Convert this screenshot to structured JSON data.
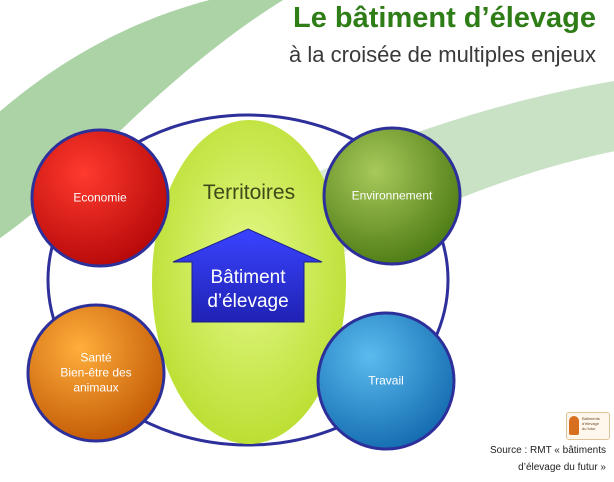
{
  "header": {
    "title": "Le bâtiment d’élevage",
    "subtitle": "à la croisée de multiples enjeux"
  },
  "diagram": {
    "circles": {
      "economie": "Economie",
      "environnement": "Environnement",
      "sante": [
        "Santé",
        "Bien-être des",
        "animaux"
      ],
      "travail": "Travail"
    },
    "center_label": "Territoires",
    "arrow_label": [
      "Bâtiment",
      "d’élevage"
    ]
  },
  "footer": {
    "logo_text": [
      "Bâtiments",
      "d'élevage",
      "du futur"
    ],
    "source": [
      "Source : RMT « bâtiments",
      "d’élevage du futur »"
    ]
  },
  "colors": {
    "title": "#2e7d16",
    "swoosh": "#9ccb96",
    "ring": "#2d2f9a",
    "center_fill": "#cfee52",
    "arrow": "#2a2fd6",
    "economie": "#d20c0c",
    "environnement": "#6a9a1c",
    "sante": "#df7b0c",
    "travail": "#1f8ad1"
  }
}
